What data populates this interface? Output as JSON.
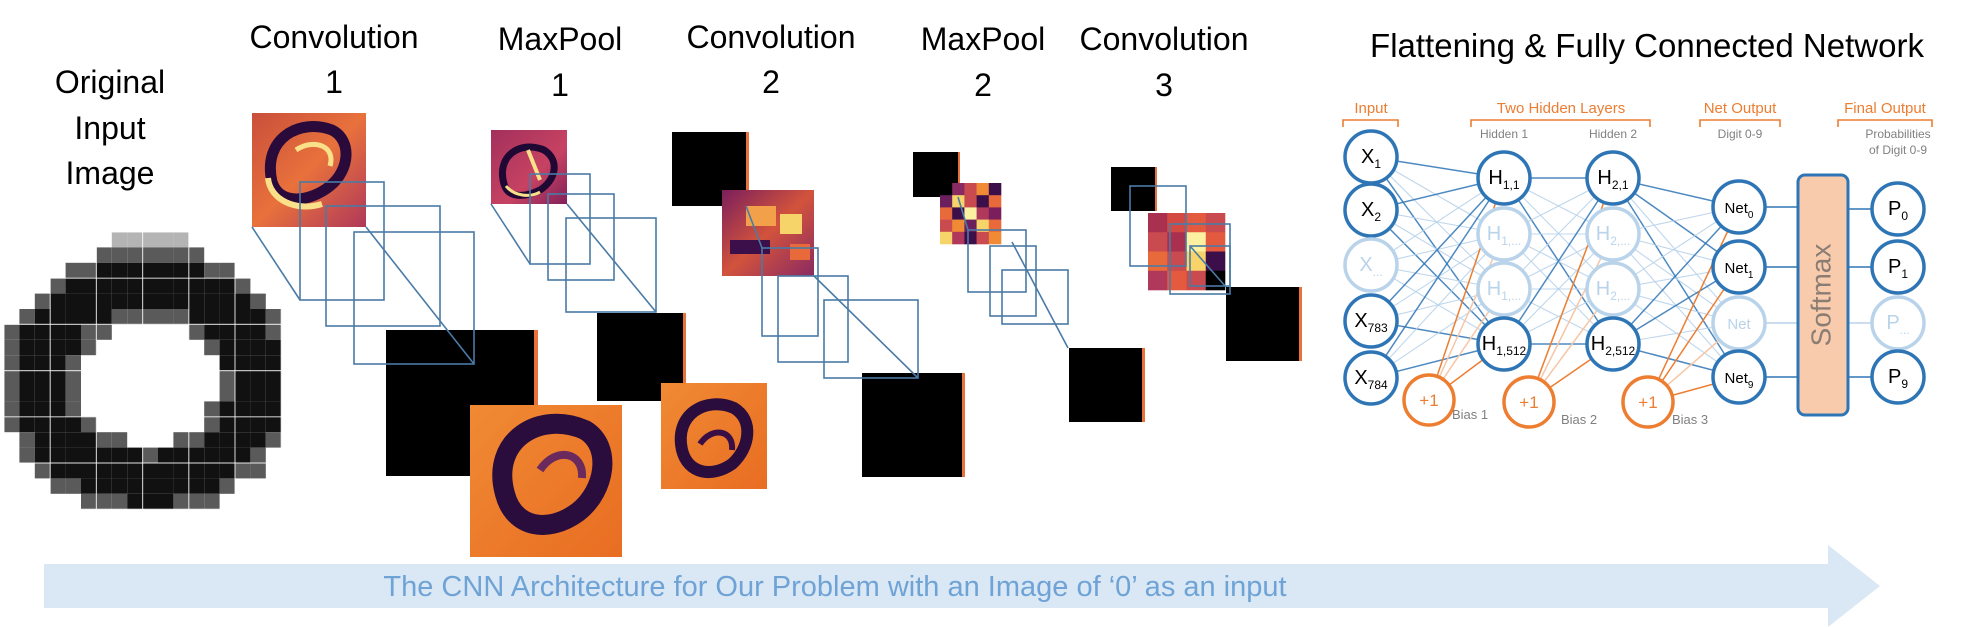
{
  "stages": {
    "input": [
      "Original",
      "Input",
      "Image"
    ],
    "conv1": [
      "Convolution",
      "1"
    ],
    "pool1": [
      "MaxPool",
      "1"
    ],
    "conv2": [
      "Convolution",
      "2"
    ],
    "pool2": [
      "MaxPool",
      "2"
    ],
    "conv3": [
      "Convolution",
      "3"
    ],
    "fc": "Flattening & Fully Connected Network"
  },
  "network": {
    "groups": {
      "input": "Input",
      "hidden": "Two Hidden Layers",
      "hidden1": "Hidden 1",
      "hidden2": "Hidden 2",
      "net_output": "Net Output",
      "net_output_sub": "Digit 0-9",
      "final_output": "Final Output",
      "final_output_sub1": "Probabilities",
      "final_output_sub2": "of Digit 0-9"
    },
    "input_nodes": [
      {
        "base": "X",
        "sub": "1",
        "faded": false
      },
      {
        "base": "X",
        "sub": "2",
        "faded": false
      },
      {
        "base": "X",
        "sub": "...",
        "faded": true
      },
      {
        "base": "X",
        "sub": "783",
        "faded": false
      },
      {
        "base": "X",
        "sub": "784",
        "faded": false
      }
    ],
    "hidden1_nodes": [
      {
        "base": "H",
        "sub": "1,1",
        "faded": false
      },
      {
        "base": "H",
        "sub": "1,...",
        "faded": true
      },
      {
        "base": "H",
        "sub": "1,...",
        "faded": true
      },
      {
        "base": "H",
        "sub": "1,512",
        "faded": false
      }
    ],
    "hidden2_nodes": [
      {
        "base": "H",
        "sub": "2,1",
        "faded": false
      },
      {
        "base": "H",
        "sub": "2,...",
        "faded": true
      },
      {
        "base": "H",
        "sub": "2,...",
        "faded": true
      },
      {
        "base": "H",
        "sub": "2,512",
        "faded": false
      }
    ],
    "net_nodes": [
      {
        "base": "Net",
        "sub": "0",
        "faded": false
      },
      {
        "base": "Net",
        "sub": "1",
        "faded": false
      },
      {
        "base": "Net",
        "sub": "",
        "faded": true
      },
      {
        "base": "Net",
        "sub": "9",
        "faded": false
      }
    ],
    "prob_nodes": [
      {
        "base": "P",
        "sub": "0",
        "faded": false
      },
      {
        "base": "P",
        "sub": "1",
        "faded": false
      },
      {
        "base": "P",
        "sub": "...",
        "faded": true
      },
      {
        "base": "P",
        "sub": "9",
        "faded": false
      }
    ],
    "bias_node": "+1",
    "bias_labels": [
      "Bias 1",
      "Bias 2",
      "Bias 3"
    ],
    "softmax": "Softmax"
  },
  "caption": "The CNN Architecture for Our Problem with an Image of ‘0’ as an input",
  "colors": {
    "node_stroke": "#2e75b6",
    "node_faded": "#b9d3ea",
    "bias_orange": "#ed7d31",
    "softmax_fill": "#f8cbad",
    "arrow_fill": "#dae8f5",
    "caption_text": "#6fa3d6",
    "group_label": "#ed7d31",
    "connector": "#4a7ba6"
  }
}
